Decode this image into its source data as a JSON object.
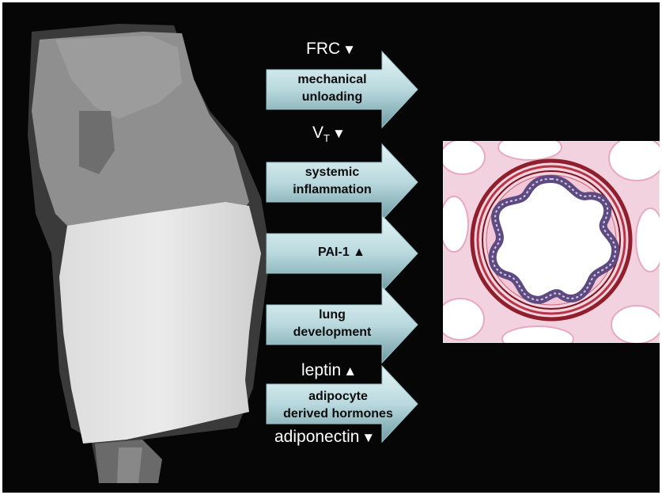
{
  "colors": {
    "background": "#060606",
    "arrow_light": "#d2ebee",
    "arrow_dark": "#6f9ca4",
    "muscle_red": "#8f1f2c",
    "tissue_pink": "#f0c4d6",
    "epithelium_purple": "#5c4a80"
  },
  "labels": {
    "frc": "FRC",
    "frc_symbol": "▼",
    "vt_main": "V",
    "vt_sub": "T",
    "vt_symbol": "▼",
    "leptin": "leptin",
    "leptin_symbol": "▲",
    "adiponectin": "adiponectin",
    "adiponectin_symbol": "▼"
  },
  "arrows": [
    {
      "line1": "mechanical",
      "line2": "unloading"
    },
    {
      "line1": "systemic",
      "line2": "inflammation"
    },
    {
      "line1": "PAI-1 ▲",
      "line2": ""
    },
    {
      "line1": "lung",
      "line2": "development"
    },
    {
      "line1": "adipocyte",
      "line2": "derived hormones"
    }
  ],
  "icons": {
    "body_silhouette": "obese-torso-silhouette",
    "airway_section": "airway-cross-section"
  }
}
